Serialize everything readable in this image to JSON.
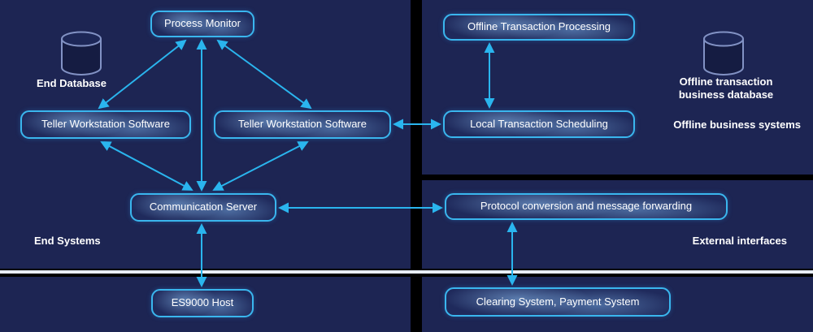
{
  "colors": {
    "accent": "#2ab5ee",
    "panel_bg": "#1d2553",
    "separator": "#e7edf8",
    "text": "#ffffff",
    "db_stroke": "#8292c4"
  },
  "nodes": {
    "process_monitor": "Process Monitor",
    "teller_left": "Teller Workstation Software",
    "teller_right": "Teller Workstation Software",
    "communication_server": "Communication Server",
    "offline_transaction_processing": "Offline Transaction Processing",
    "local_transaction_scheduling": "Local Transaction Scheduling",
    "protocol_conversion": "Protocol conversion and message forwarding",
    "es9000_host": "ES9000 Host",
    "clearing_system": "Clearing System, Payment System"
  },
  "labels": {
    "end_database": "End Database",
    "end_systems": "End Systems",
    "offline_db_line1": "Offline transaction",
    "offline_db_line2": "business database",
    "offline_business_systems": "Offline business systems",
    "external_interfaces": "External interfaces"
  }
}
